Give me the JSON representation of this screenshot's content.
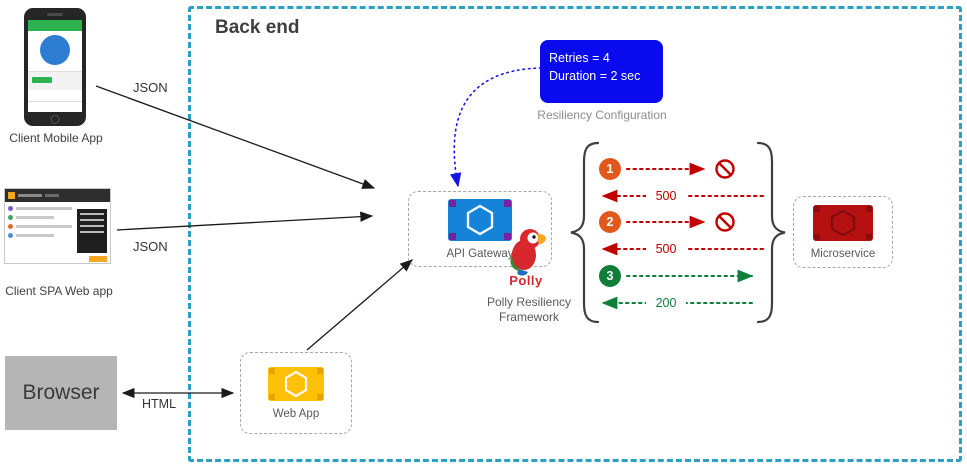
{
  "backend": {
    "label": "Back end"
  },
  "clients": {
    "mobile": {
      "label": "Client Mobile App"
    },
    "spa": {
      "label": "Client SPA Web app"
    },
    "browser": {
      "label": "Browser"
    }
  },
  "nodes": {
    "api_gateway": {
      "label": "API Gateway"
    },
    "web_app": {
      "label": "Web App"
    },
    "microservice": {
      "label": "Microservice"
    },
    "polly": {
      "wordmark": "Polly",
      "caption_line1": "Polly Resiliency",
      "caption_line2": "Framework"
    },
    "resiliency_config": {
      "line1": "Retries = 4",
      "line2": "Duration = 2 sec",
      "caption": "Resiliency Configuration"
    }
  },
  "edges": {
    "mobile_to_gateway": {
      "label": "JSON"
    },
    "spa_to_gateway": {
      "label": "JSON"
    },
    "browser_to_webapp": {
      "label": "HTML"
    }
  },
  "retries": {
    "attempts": [
      {
        "number": "1",
        "result": "blocked",
        "response_code": "500"
      },
      {
        "number": "2",
        "result": "blocked",
        "response_code": "500"
      },
      {
        "number": "3",
        "result": "success",
        "response_code": "200"
      }
    ]
  },
  "colors": {
    "backend_border": "#2BA0C4",
    "config_box": "#0A0AEF",
    "error": "#C00000",
    "success": "#0E7E38",
    "attempt_badge": "#E2571B",
    "gateway_blue": "#1583D8",
    "webapp_gold": "#FFC107",
    "microservice_red": "#B51111"
  }
}
